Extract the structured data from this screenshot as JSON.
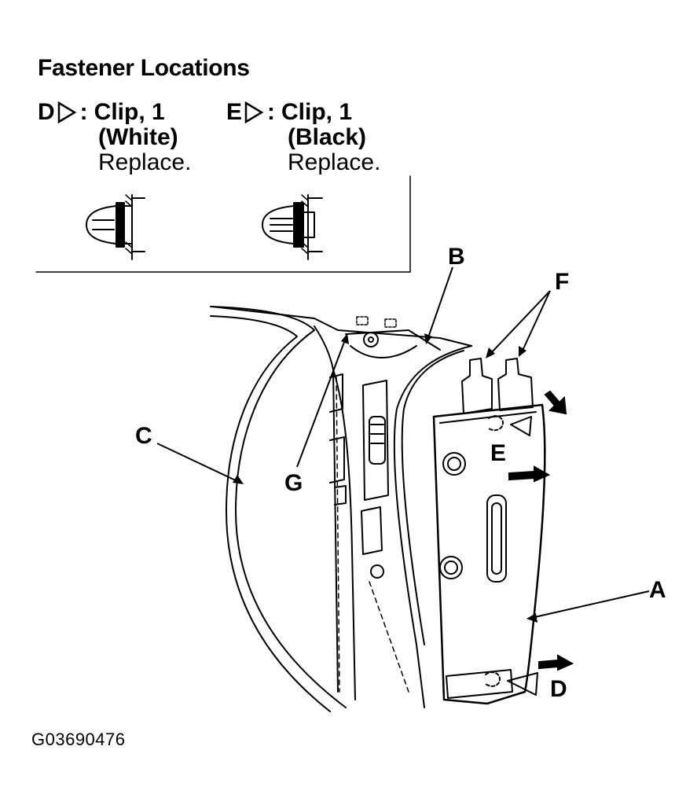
{
  "header": {
    "title": "Fastener Locations"
  },
  "fasteners": [
    {
      "key": "D",
      "separator": ":",
      "name": "Clip, 1",
      "color_note": "(White)",
      "action": "Replace."
    },
    {
      "key": "E",
      "separator": ":",
      "name": "Clip, 1",
      "color_note": "(Black)",
      "action": "Replace."
    }
  ],
  "callouts": {
    "a": "A",
    "b": "B",
    "c": "C",
    "d": "D",
    "e": "E",
    "f": "F",
    "g": "G"
  },
  "figure_id": "G03690476",
  "colors": {
    "ink": "#000000",
    "paper": "#ffffff"
  }
}
